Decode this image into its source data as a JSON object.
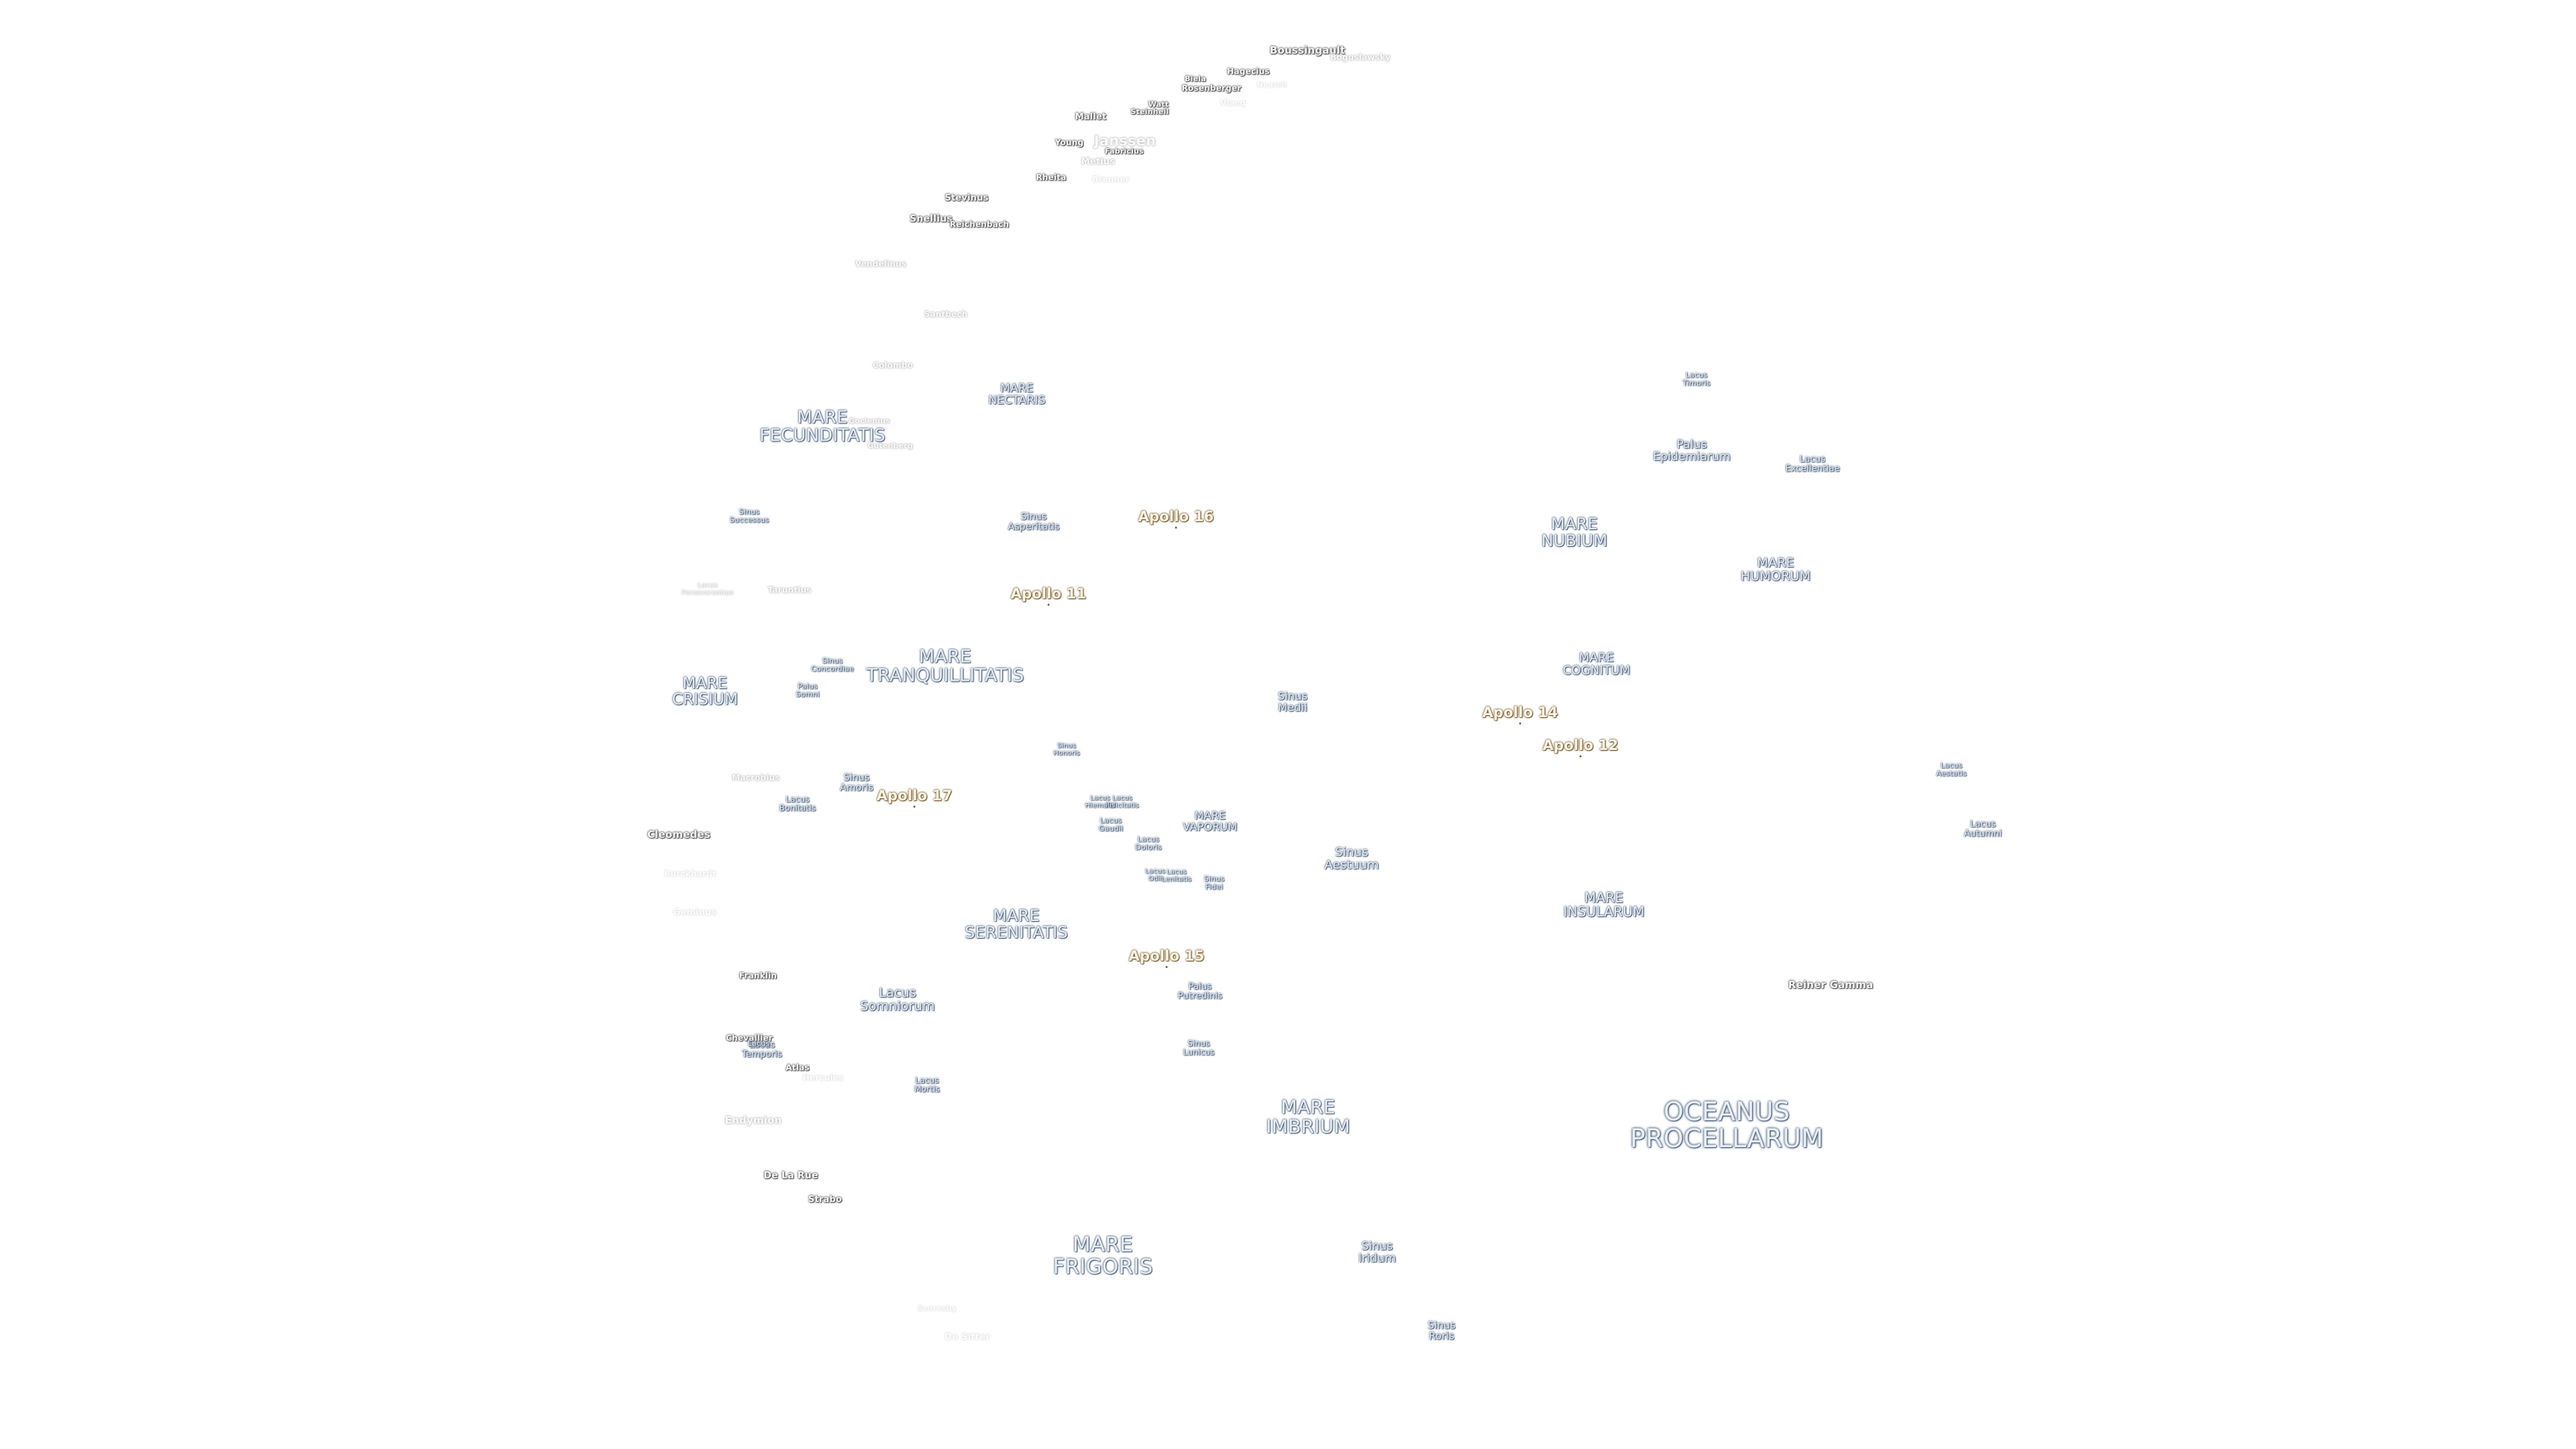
{
  "labels": {
    "oceanus_procellarum": "OCEANUS\nPROCELLARUM",
    "mare_frigoris": "MARE\nFRIGORIS",
    "mare_imbrium": "MARE\nIMBRIUM",
    "mare_serenitatis": "MARE\nSERENITATIS",
    "mare_tranquillitatis": "MARE\nTRANQUILLITATIS",
    "mare_crisium": "MARE\nCRISIUM",
    "mare_fecunditatis": "MARE\nFECUNDITATIS",
    "mare_nectaris": "MARE\nNECTARIS",
    "mare_nubium": "MARE\nNUBIUM",
    "mare_humorum": "MARE\nHUMORUM",
    "mare_cognitum": "MARE\nCOGNITUM",
    "mare_insularum": "MARE\nINSULARUM",
    "mare_vaporum": "MARE\nVAPORUM",
    "sinus_iridum": "Sinus\nIridum",
    "sinus_roris": "Sinus\nRoris",
    "sinus_aestuum": "Sinus\nAestuum",
    "sinus_medii": "Sinus\nMedii",
    "sinus_asperitatis": "Sinus\nAsperitatis",
    "sinus_successus": "Sinus\nSuccessus",
    "sinus_concordiae": "Sinus\nConcordiae",
    "sinus_amoris": "Sinus\nAmoris",
    "sinus_honoris": "Sinus\nHonoris",
    "sinus_lunicus": "Sinus\nLunicus",
    "sinus_fidei": "Sinus\nFidei",
    "lacus_somniorum": "Lacus\nSomniorum",
    "lacus_mortis": "Lacus\nMortis",
    "lacus_temporis": "Lacus\nTemporis",
    "lacus_bonitatis": "Lacus\nBonitatis",
    "lacus_perseverantiae": "Lacus\nPerseverantiae",
    "lacus_timoris": "Lacus\nTimoris",
    "lacus_excellentiae": "Lacus\nExcellentiae",
    "lacus_aestatis": "Lacus\nAestatis",
    "lacus_autumni": "Lacus\nAutumni",
    "lacus_gaudii": "Lacus\nGaudii",
    "lacus_doloris": "Lacus\nDoloris",
    "lacus_felicitatis": "Lacus\nFelicitatis",
    "lacus_hiemalis": "Lacus\nHiemalis",
    "lacus_lenitatis": "Lacus\nLenitatis",
    "lacus_odii": "Lacus\nOdii",
    "lacus_spei": "Lacus",
    "palus_epidemiarum": "Palus\nEpidemiarum",
    "palus_putredinis": "Palus\nPutredinis",
    "palus_somni": "Palus\nSomni",
    "apollo_11": "Apollo 11",
    "apollo_12": "Apollo 12",
    "apollo_14": "Apollo 14",
    "apollo_15": "Apollo 15",
    "apollo_16": "Apollo 16",
    "apollo_17": "Apollo 17",
    "reiner_gamma": "Reiner Gamma",
    "boussingault": "Boussingault",
    "boguslawsky": "Boguslawsky",
    "hagecius": "Hagecius",
    "biela": "Biela",
    "rosenberger": "Rosenberger",
    "nearch": "Nearch",
    "vlacq": "Vlacq",
    "mallet": "Mallet",
    "stoefler": "Steinheil",
    "watt": "Watt",
    "janssen": "Janssen",
    "young": "Young",
    "fabricius": "Fabricius",
    "metius": "Metius",
    "rheita": "Rheita",
    "brenner": "Brenner",
    "stevinus": "Stevinus",
    "snellius": "Snellius",
    "reichenbach": "Reichenbach",
    "winthrop": "Vendelinus",
    "santbech": "Santbech",
    "colombo": "Colombo",
    "goclenius": "Goclenius",
    "gutenberg": "Gutenberg",
    "taruntius": "Taruntius",
    "macrobius": "Macrobius",
    "cleomedes": "Cleomedes",
    "burckhardt": "Burckhardt",
    "geminus": "Geminus",
    "franklin": "Franklin",
    "chevallier": "Chevallier",
    "atlas": "Atlas",
    "hercules": "Hercules",
    "endymion": "Endymion",
    "de_la_rue": "De La Rue",
    "strabo": "Strabo",
    "de_sitter": "De Sitter",
    "scoresby": "Scoresby"
  }
}
